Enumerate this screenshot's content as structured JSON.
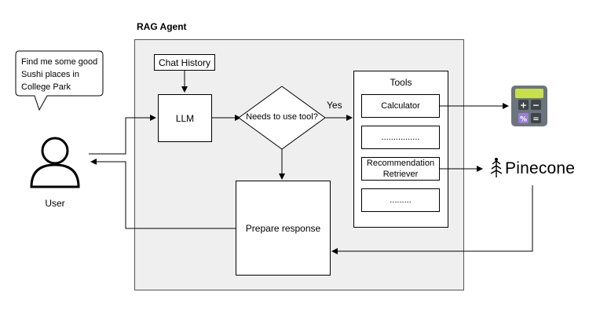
{
  "agent": {
    "title": "RAG Agent"
  },
  "user": {
    "speech": [
      "Find me some good",
      "Sushi places in",
      "College Park"
    ],
    "label": "User"
  },
  "nodes": {
    "chat_history": "Chat History",
    "llm": "LLM",
    "decision": "Needs to use tool?",
    "yes_label": "Yes",
    "prepare": "Prepare response"
  },
  "tools": {
    "title": "Tools",
    "items": [
      "Calculator",
      "................",
      "Recommendation\nRetriever",
      "........."
    ]
  },
  "external": {
    "pinecone": "Pinecone"
  },
  "colors": {
    "calc_body": "#6c757d",
    "calc_screen": "#c8e04a",
    "calc_accent": "#9b7fd4",
    "calc_key": "#3f4448"
  }
}
